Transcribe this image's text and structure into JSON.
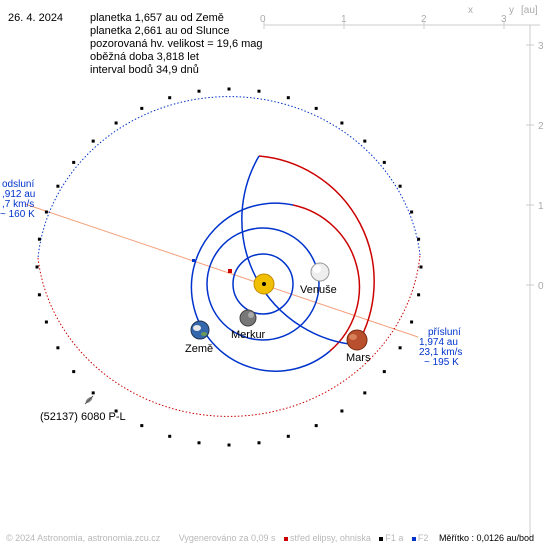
{
  "date": "26. 4. 2024",
  "info": {
    "line1": "planetka 1,657 au od Země",
    "line2": "planetka 2,661 au od Slunce",
    "line3": "pozorovaná hv. velikost = 19,6 mag",
    "line4": "oběžná doba 3,818 let",
    "line5": "interval bodů 34,9 dnů"
  },
  "axes": {
    "top_ticks": [
      "0",
      "1",
      "2",
      "3"
    ],
    "right_ticks": [
      "0",
      "1",
      "2",
      "3"
    ],
    "x_label": "x",
    "y_label": "y",
    "unit_label": "[au]"
  },
  "aphelion": {
    "title": "odsluní",
    "distance": ",912 au",
    "speed": ",7 km/s",
    "temp": "~ 160 K"
  },
  "perihelion": {
    "title": "přísluní",
    "distance": "1,974 au",
    "speed": "23,1 km/s",
    "temp": "~ 195 K"
  },
  "planets": {
    "venus": "Venuše",
    "mercury": "Merkur",
    "earth": "Země",
    "mars": "Mars"
  },
  "asteroid_label": "(52137) 6080 P-L",
  "footer": {
    "copyright": "© 2024 Astronomia, astronomia.zcu.cz",
    "generated": "Vygenerováno za 0,09 s",
    "center_legend": "střed elipsy, ohniska",
    "f1_legend": "F1 a",
    "f2_legend": "F2",
    "scale": "Měřítko : 0,0126 au/bod"
  },
  "colors": {
    "orbit_blue": "#0033cc",
    "orbit_red": "#cc0000",
    "sun": "#f0c000",
    "apsis_line": "#f4a07a",
    "axis": "#cccccc"
  }
}
